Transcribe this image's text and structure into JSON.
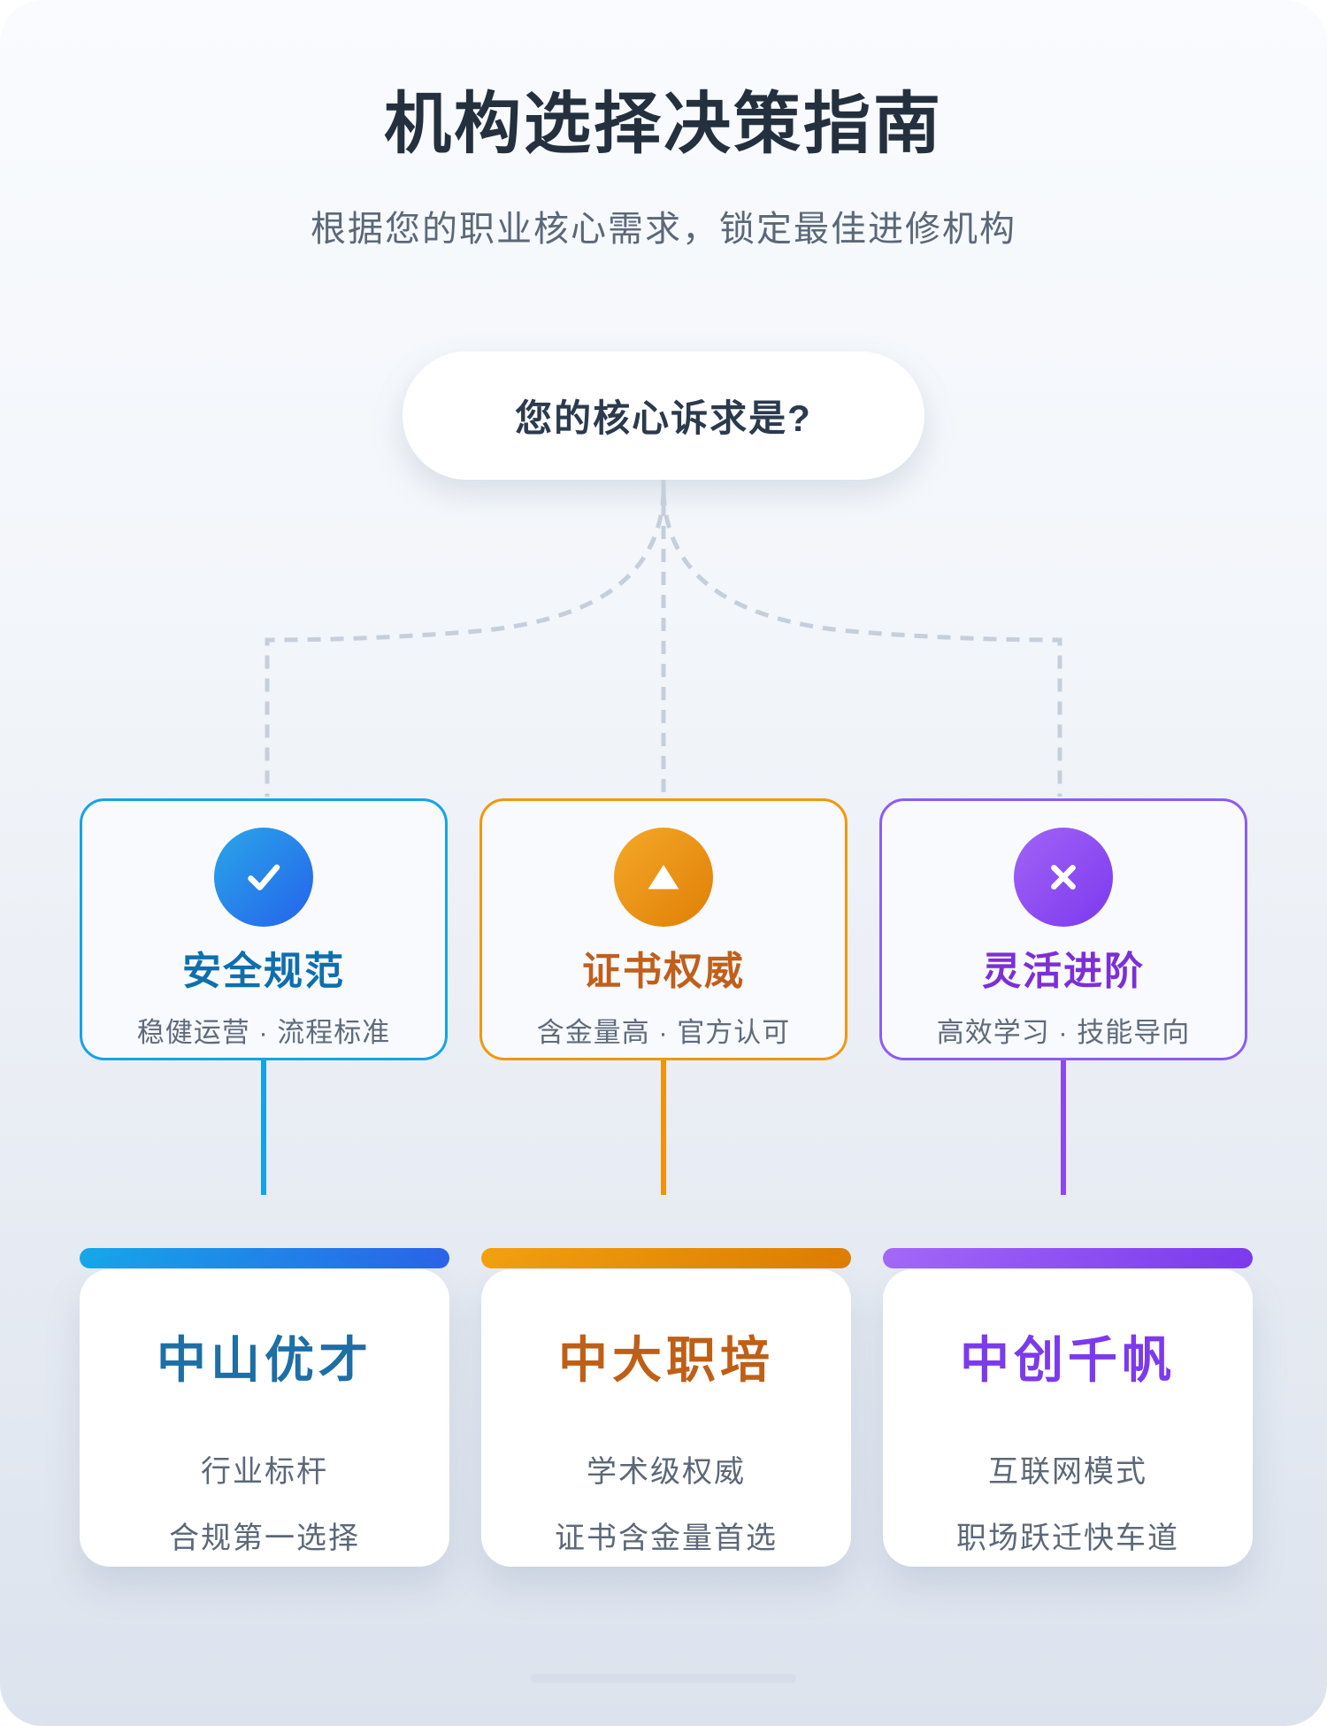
{
  "header": {
    "title": "机构选择决策指南",
    "subtitle": "根据您的职业核心需求，锁定最佳进修机构"
  },
  "question_pill": {
    "label": "您的核心诉求是?"
  },
  "branches": [
    {
      "id": "safety",
      "icon": "check-icon",
      "title": "安全规范",
      "subtitle": "稳健运营 · 流程标准",
      "border_color": "#14a3e9",
      "title_color": "#0f6fad",
      "icon_gradient": [
        "#2aa6e9",
        "#2563eb"
      ],
      "connector_color": "#12a3e9",
      "result": {
        "name": "中山优才",
        "name_color": "#1d6fa5",
        "bar_gradient": [
          "#16a7e9",
          "#2b63e8"
        ],
        "lines": [
          "行业标杆",
          "合规第一选择"
        ]
      }
    },
    {
      "id": "certificate",
      "icon": "triangle-icon",
      "title": "证书权威",
      "subtitle": "含金量高 · 官方认可",
      "border_color": "#f0980c",
      "title_color": "#c05f1b",
      "icon_gradient": [
        "#f4a928",
        "#e07f06"
      ],
      "connector_color": "#f0930a",
      "result": {
        "name": "中大职培",
        "name_color": "#bf5f16",
        "bar_gradient": [
          "#f2a010",
          "#dd7d02"
        ],
        "lines": [
          "学术级权威",
          "证书含金量首选"
        ]
      }
    },
    {
      "id": "flexible",
      "icon": "x-icon",
      "title": "灵活进阶",
      "subtitle": "高效学习 · 技能导向",
      "border_color": "#8b5cf6",
      "title_color": "#7c2fd6",
      "icon_gradient": [
        "#a263f7",
        "#7c3aed"
      ],
      "connector_color": "#8b48f0",
      "result": {
        "name": "中创千帆",
        "name_color": "#7c3aed",
        "bar_gradient": [
          "#a368f8",
          "#7c3aed"
        ],
        "lines": [
          "互联网模式",
          "职场跃迁快车道"
        ]
      }
    }
  ],
  "theme": {
    "background_top": "#f9fbfe",
    "background_bottom": "#dce3ee",
    "dashed_connector_color": "#c5cfdc",
    "title_color": "#25303e",
    "subtitle_color": "#5b6878",
    "handle_color": "#d7dee9"
  }
}
